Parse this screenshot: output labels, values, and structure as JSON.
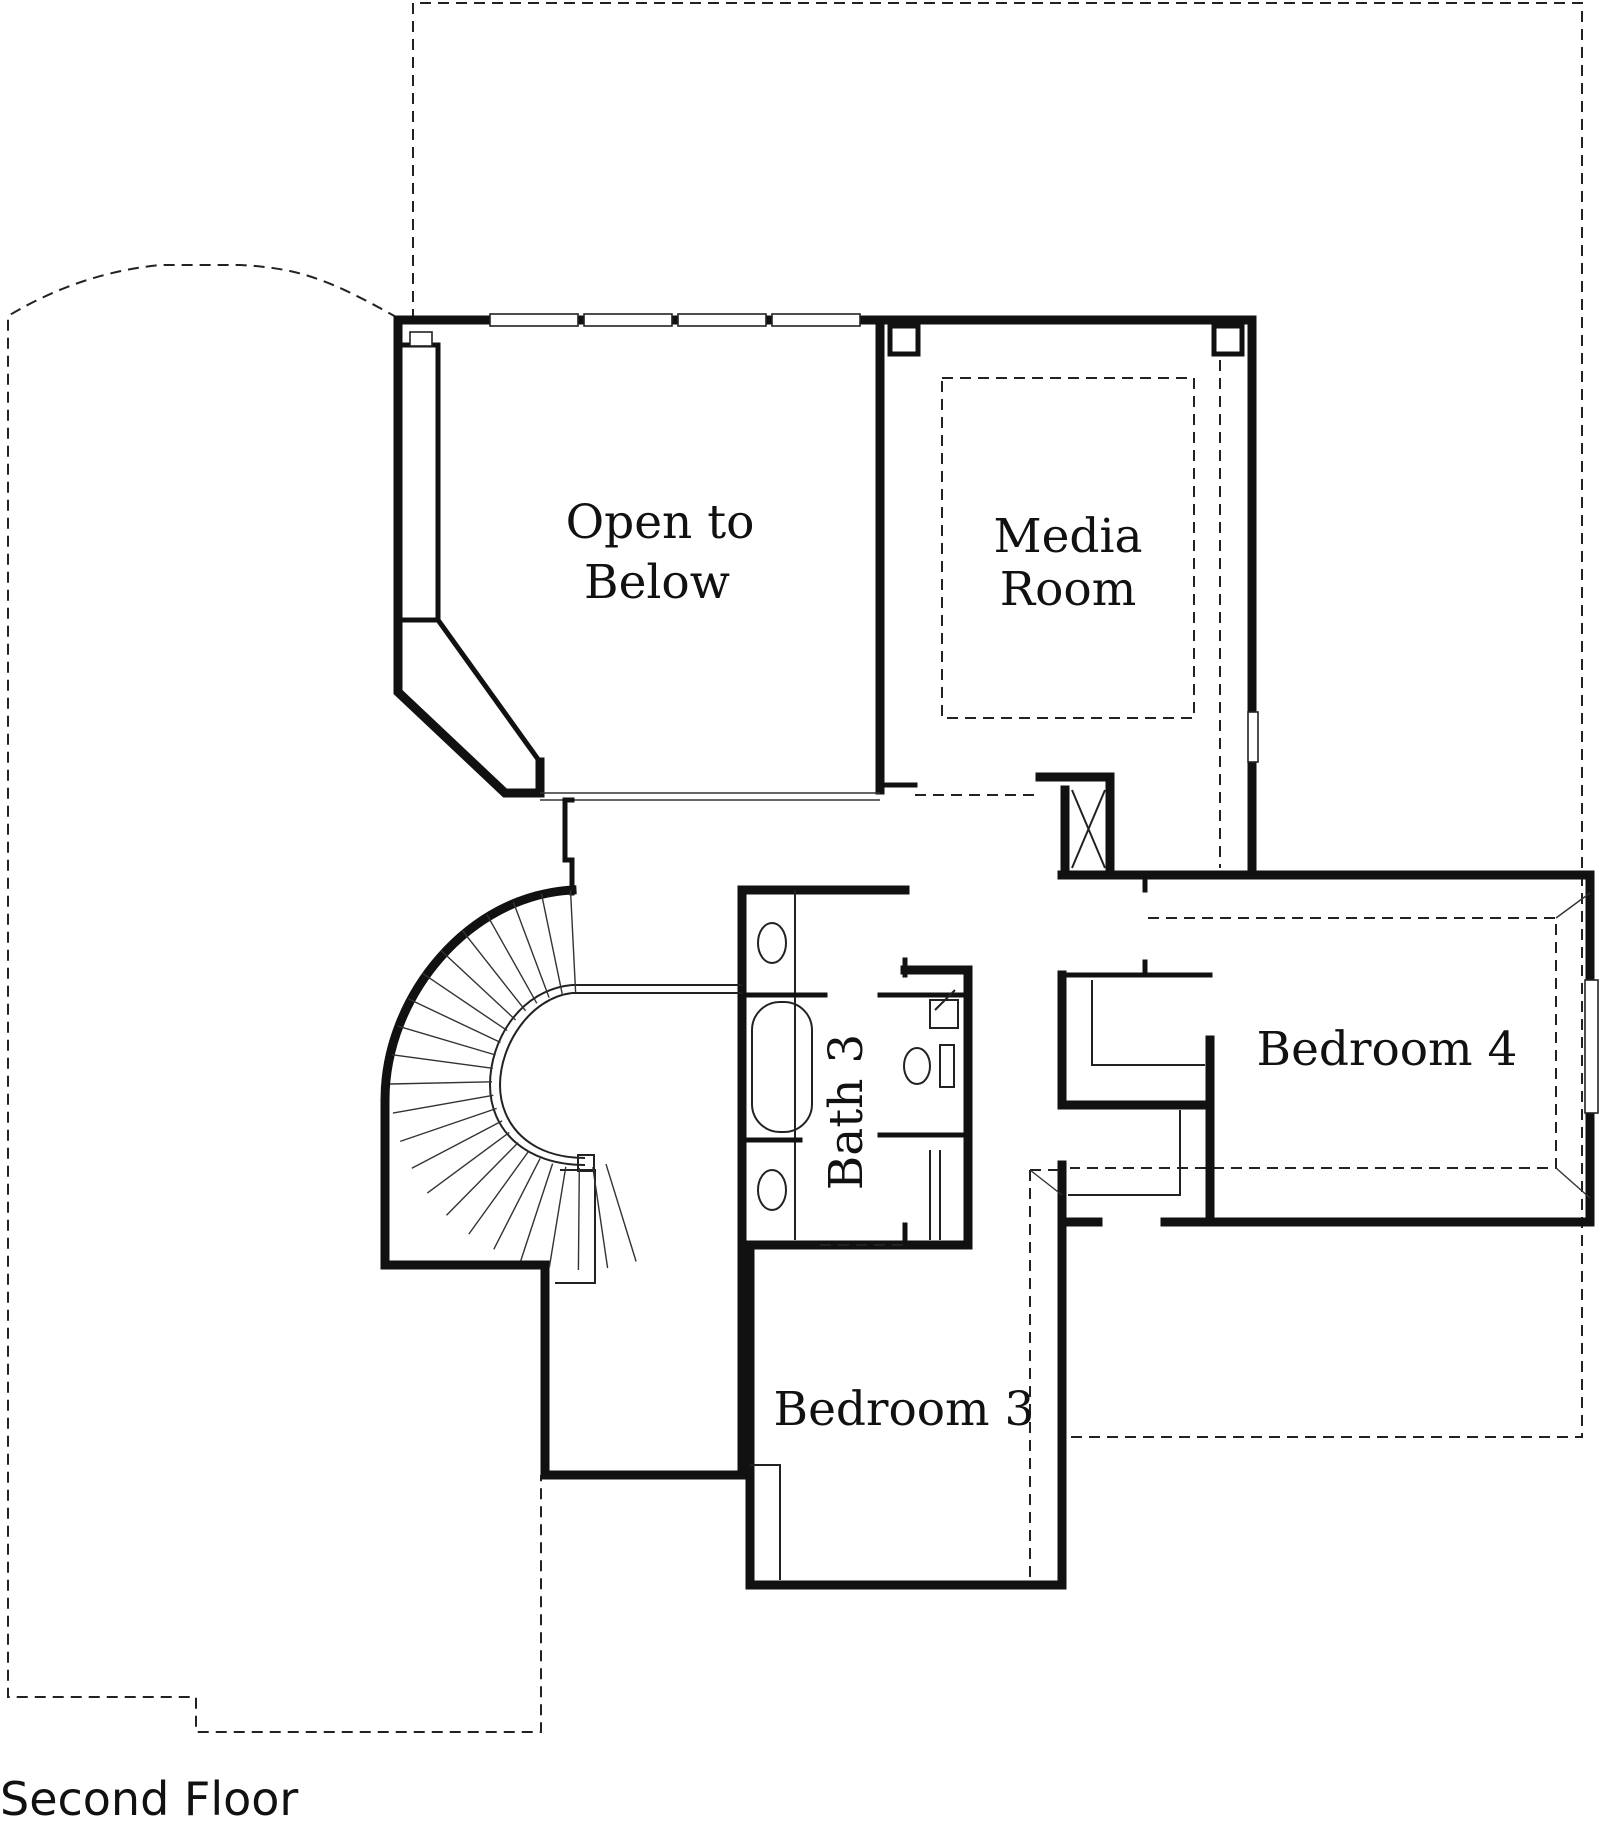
{
  "floor_title": "Second Floor",
  "rooms": {
    "open_to_below": {
      "line1": "Open to",
      "line2": "Below"
    },
    "media_room": {
      "line1": "Media",
      "line2": "Room"
    },
    "bedroom_4": {
      "label": "Bedroom 4"
    },
    "bedroom_3": {
      "label": "Bedroom 3"
    },
    "bath_3": {
      "label": "Bath 3"
    }
  }
}
